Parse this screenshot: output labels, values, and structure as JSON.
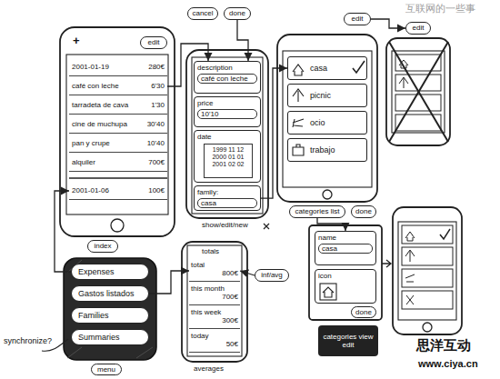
{
  "diagram": {
    "nodes": [
      {
        "text": [
          "cancel"
        ]
      },
      {
        "text": [
          "done"
        ]
      },
      {
        "text": [
          "edit"
        ]
      },
      {
        "text": [
          "2001-01-19",
          "280€"
        ]
      },
      {
        "text": [
          "café con leche",
          "6'30"
        ]
      },
      {
        "text": [
          "tarradeta de cava",
          "1'30"
        ]
      },
      {
        "text": [
          "cine de muchupa",
          "30'40"
        ]
      },
      {
        "text": [
          "pan y crupe",
          "10'40"
        ]
      },
      {
        "text": [
          "alquiler",
          "700€"
        ]
      },
      {
        "text": [
          "2001-01-06",
          "100€"
        ]
      },
      {
        "text": [
          "description",
          "café con leche"
        ]
      },
      {
        "text": [
          "price",
          "10'10"
        ]
      },
      {
        "text": [
          "date"
        ]
      },
      {
        "text": [
          "1999 11 12",
          "2000 01 01",
          "2001 02 02"
        ],
        "in": 12
      },
      {
        "text": [
          "family:",
          "casa"
        ]
      },
      {
        "text": [
          "edit"
        ]
      },
      {
        "text": [
          "casa"
        ]
      },
      {
        "text": [
          "picnic"
        ]
      },
      {
        "text": [
          "ocio"
        ]
      },
      {
        "text": [
          "trabajo"
        ]
      },
      {
        "text": [
          "categories list"
        ]
      },
      {
        "text": [
          "done"
        ]
      },
      {
        "text": [
          "edit"
        ]
      },
      {
        "text": [
          "index"
        ]
      },
      {
        "text": [
          "Expenses"
        ]
      },
      {
        "text": [
          "Gastos listados"
        ]
      },
      {
        "text": [
          "Families"
        ]
      },
      {
        "text": [
          "Summaries"
        ]
      },
      {
        "text": [
          "menu"
        ]
      },
      {
        "text": [
          "total",
          "800€"
        ]
      },
      {
        "text": [
          "this month",
          "700€"
        ]
      },
      {
        "text": [
          "this week",
          "300€"
        ]
      },
      {
        "text": [
          "today",
          "50€"
        ]
      },
      {
        "text": [
          "inf/avg"
        ]
      },
      {
        "text": [
          "name",
          "casa"
        ]
      },
      {
        "text": [
          "icon"
        ]
      },
      {
        "text": [
          "done"
        ]
      },
      {
        "text": [
          "categories view edit"
        ]
      }
    ],
    "edges": [
      {
        "from": 1,
        "to": 10,
        "arrow": "to"
      },
      {
        "from": 4,
        "to": 10,
        "arrow": "to"
      },
      {
        "from": 14,
        "to": 16,
        "arrow": "to"
      },
      {
        "from": 15,
        "to": 22,
        "arrow": "to"
      },
      {
        "from": 20,
        "to": 34,
        "arrow": "to"
      },
      {
        "from": 24,
        "to": 9,
        "arrow": "to"
      },
      {
        "from": 25,
        "to": 29,
        "arrow": "to"
      },
      {
        "from": 33,
        "to": 29,
        "arrow": "to"
      }
    ],
    "labels": [
      "+",
      "totals",
      "averages",
      "show/edit/new",
      "synchronize?",
      "互联网的一些事",
      "思洋互动",
      "www.ciya.cn"
    ]
  }
}
